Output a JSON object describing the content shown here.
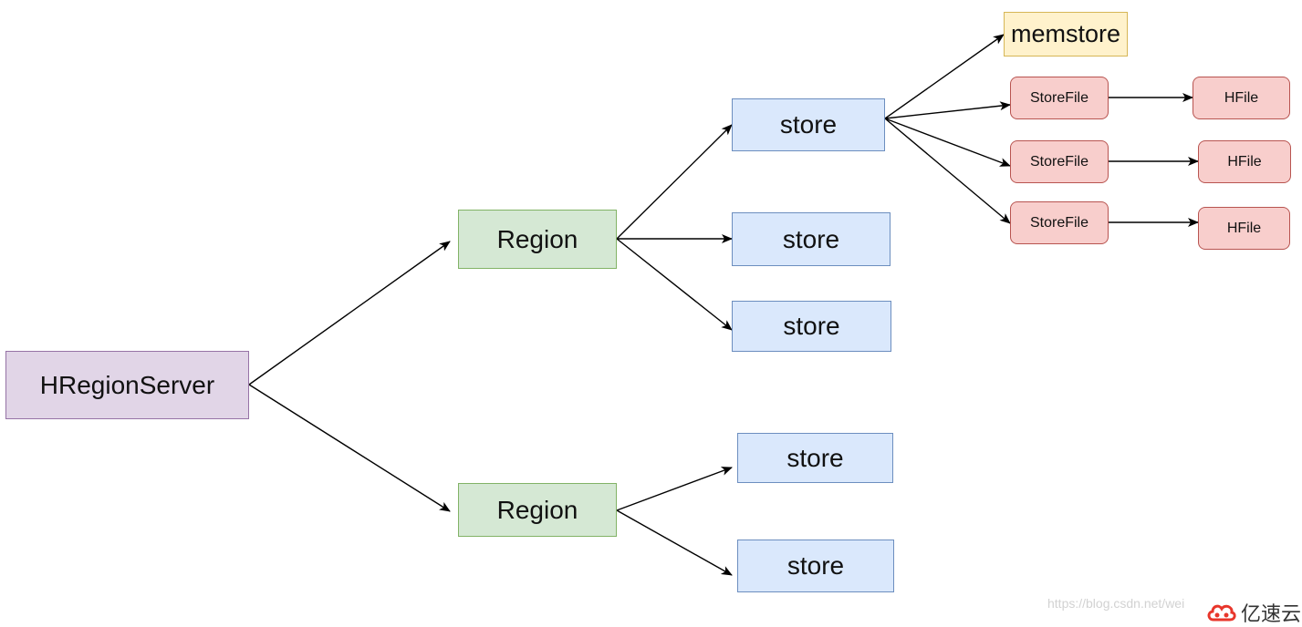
{
  "diagram": {
    "nodes": {
      "hregionserver": "HRegionServer",
      "region_1": "Region",
      "region_2": "Region",
      "store_1": "store",
      "store_2": "store",
      "store_3": "store",
      "store_4": "store",
      "store_5": "store",
      "memstore": "memstore",
      "storefile_1": "StoreFile",
      "storefile_2": "StoreFile",
      "storefile_3": "StoreFile",
      "hfile_1": "HFile",
      "hfile_2": "HFile",
      "hfile_3": "HFile"
    },
    "edges": [
      [
        "hregionserver",
        "region_1"
      ],
      [
        "hregionserver",
        "region_2"
      ],
      [
        "region_1",
        "store_1"
      ],
      [
        "region_1",
        "store_2"
      ],
      [
        "region_1",
        "store_3"
      ],
      [
        "region_2",
        "store_4"
      ],
      [
        "region_2",
        "store_5"
      ],
      [
        "store_1",
        "memstore"
      ],
      [
        "store_1",
        "storefile_1"
      ],
      [
        "store_1",
        "storefile_2"
      ],
      [
        "store_1",
        "storefile_3"
      ],
      [
        "storefile_1",
        "hfile_1"
      ],
      [
        "storefile_2",
        "hfile_2"
      ],
      [
        "storefile_3",
        "hfile_3"
      ]
    ]
  },
  "watermark": "https://blog.csdn.net/wei",
  "logo": {
    "text": "亿速云",
    "icon": "cloud-logo-icon",
    "color": "#e8362b"
  },
  "colors": {
    "server": "#e1d5e7",
    "region": "#d5e8d4",
    "store": "#dae8fc",
    "memstore": "#fff2cc",
    "storefile": "#f8cecc",
    "hfile": "#f8cecc"
  }
}
